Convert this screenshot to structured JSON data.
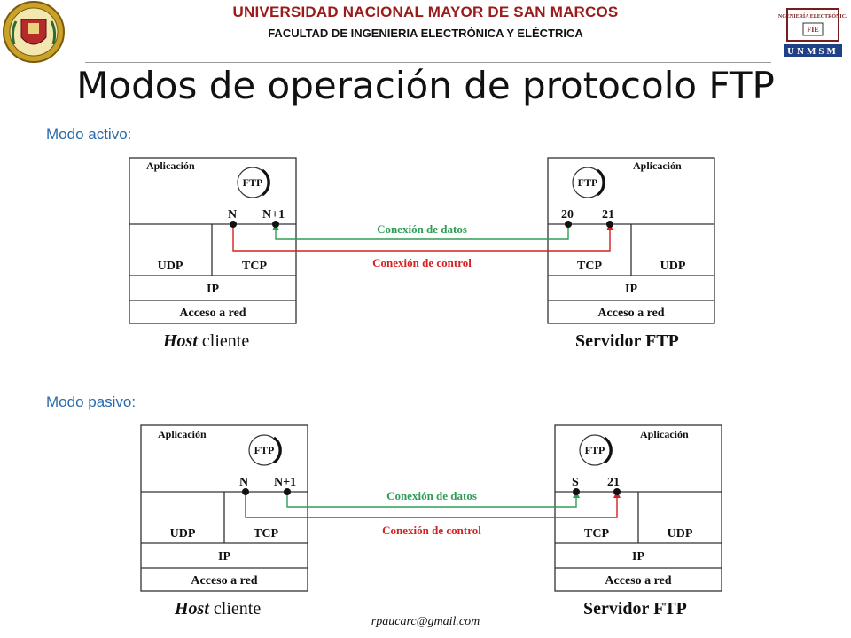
{
  "header": {
    "university": "UNIVERSIDAD NACIONAL MAYOR DE SAN MARCOS",
    "faculty": "FACULTAD DE INGENIERIA ELECTRÓNICA Y ELÉCTRICA",
    "logo_right_text": "INGENIERÍA ELECTRÓNICA",
    "logo_right_abbr": "FIE",
    "logo_right_bottom": "UNMSM"
  },
  "slide": {
    "title": "Modos de operación de protocolo FTP"
  },
  "active": {
    "heading": "Modo activo:",
    "client": {
      "app": "Aplicación",
      "ftp": "FTP",
      "port_a": "N",
      "port_b": "N+1",
      "udp": "UDP",
      "tcp": "TCP",
      "ip": "IP",
      "net": "Acceso a red",
      "caption_italic": "Host",
      "caption_rest": " cliente"
    },
    "server": {
      "app": "Aplicación",
      "ftp": "FTP",
      "port_a": "20",
      "port_b": "21",
      "udp": "UDP",
      "tcp": "TCP",
      "ip": "IP",
      "net": "Acceso a red",
      "caption": "Servidor FTP"
    },
    "data_label": "Conexión de datos",
    "control_label": "Conexión de control"
  },
  "passive": {
    "heading": "Modo pasivo:",
    "client": {
      "app": "Aplicación",
      "ftp": "FTP",
      "port_a": "N",
      "port_b": "N+1",
      "udp": "UDP",
      "tcp": "TCP",
      "ip": "IP",
      "net": "Acceso a red",
      "caption_italic": "Host",
      "caption_rest": " cliente"
    },
    "server": {
      "app": "Aplicación",
      "ftp": "FTP",
      "port_a": "S",
      "port_b": "21",
      "udp": "UDP",
      "tcp": "TCP",
      "ip": "IP",
      "net": "Acceso a red",
      "caption": "Servidor FTP"
    },
    "data_label": "Conexión de datos",
    "control_label": "Conexión de control"
  },
  "footer": {
    "email": "rpaucarc@gmail.com"
  },
  "colors": {
    "data": "#2e9d55",
    "control": "#d42020",
    "heading": "#2a6ba8",
    "university": "#9b1b1b"
  }
}
